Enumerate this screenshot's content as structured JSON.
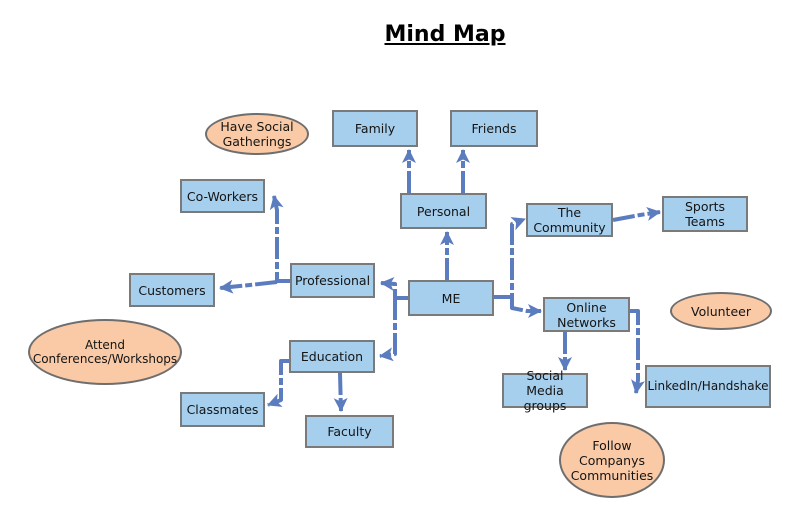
{
  "title": "Mind Map",
  "nodes": {
    "me": {
      "label": "ME"
    },
    "personal": {
      "label": "Personal"
    },
    "family": {
      "label": "Family"
    },
    "friends": {
      "label": "Friends"
    },
    "professional": {
      "label": "Professional"
    },
    "coworkers": {
      "label": "Co-Workers"
    },
    "customers": {
      "label": "Customers"
    },
    "education": {
      "label": "Education"
    },
    "classmates": {
      "label": "Classmates"
    },
    "faculty": {
      "label": "Faculty"
    },
    "community": {
      "label": "The Community"
    },
    "sports": {
      "label": "Sports Teams"
    },
    "online": {
      "label": "Online Networks"
    },
    "socialmedia": {
      "label": "Social Media groups"
    },
    "linkedin": {
      "label": "LinkedIn/Handshake"
    }
  },
  "callouts": {
    "havesocial": {
      "label": "Have Social Gatherings"
    },
    "attend": {
      "label": "Attend Conferences/Workshops"
    },
    "volunteer": {
      "label": "Volunteer"
    },
    "follow": {
      "label": "Follow Companys Communities"
    }
  },
  "connections": [
    {
      "from": "ME",
      "to": "Personal"
    },
    {
      "from": "ME",
      "to": "Professional"
    },
    {
      "from": "ME",
      "to": "Education"
    },
    {
      "from": "ME",
      "to": "The Community"
    },
    {
      "from": "ME",
      "to": "Online Networks"
    },
    {
      "from": "Personal",
      "to": "Family"
    },
    {
      "from": "Personal",
      "to": "Friends"
    },
    {
      "from": "Professional",
      "to": "Co-Workers"
    },
    {
      "from": "Professional",
      "to": "Customers"
    },
    {
      "from": "Education",
      "to": "Classmates"
    },
    {
      "from": "Education",
      "to": "Faculty"
    },
    {
      "from": "The Community",
      "to": "Sports Teams"
    },
    {
      "from": "Online Networks",
      "to": "Social Media groups"
    },
    {
      "from": "Online Networks",
      "to": "LinkedIn/Handshake"
    }
  ],
  "colors": {
    "node_fill": "#a6cfee",
    "node_border": "#7a7a7a",
    "ellipse_fill": "#facaa6",
    "ellipse_border": "#6e6e6e",
    "connector": "#5b7cbe",
    "text": "#141414",
    "background": "#ffffff"
  }
}
